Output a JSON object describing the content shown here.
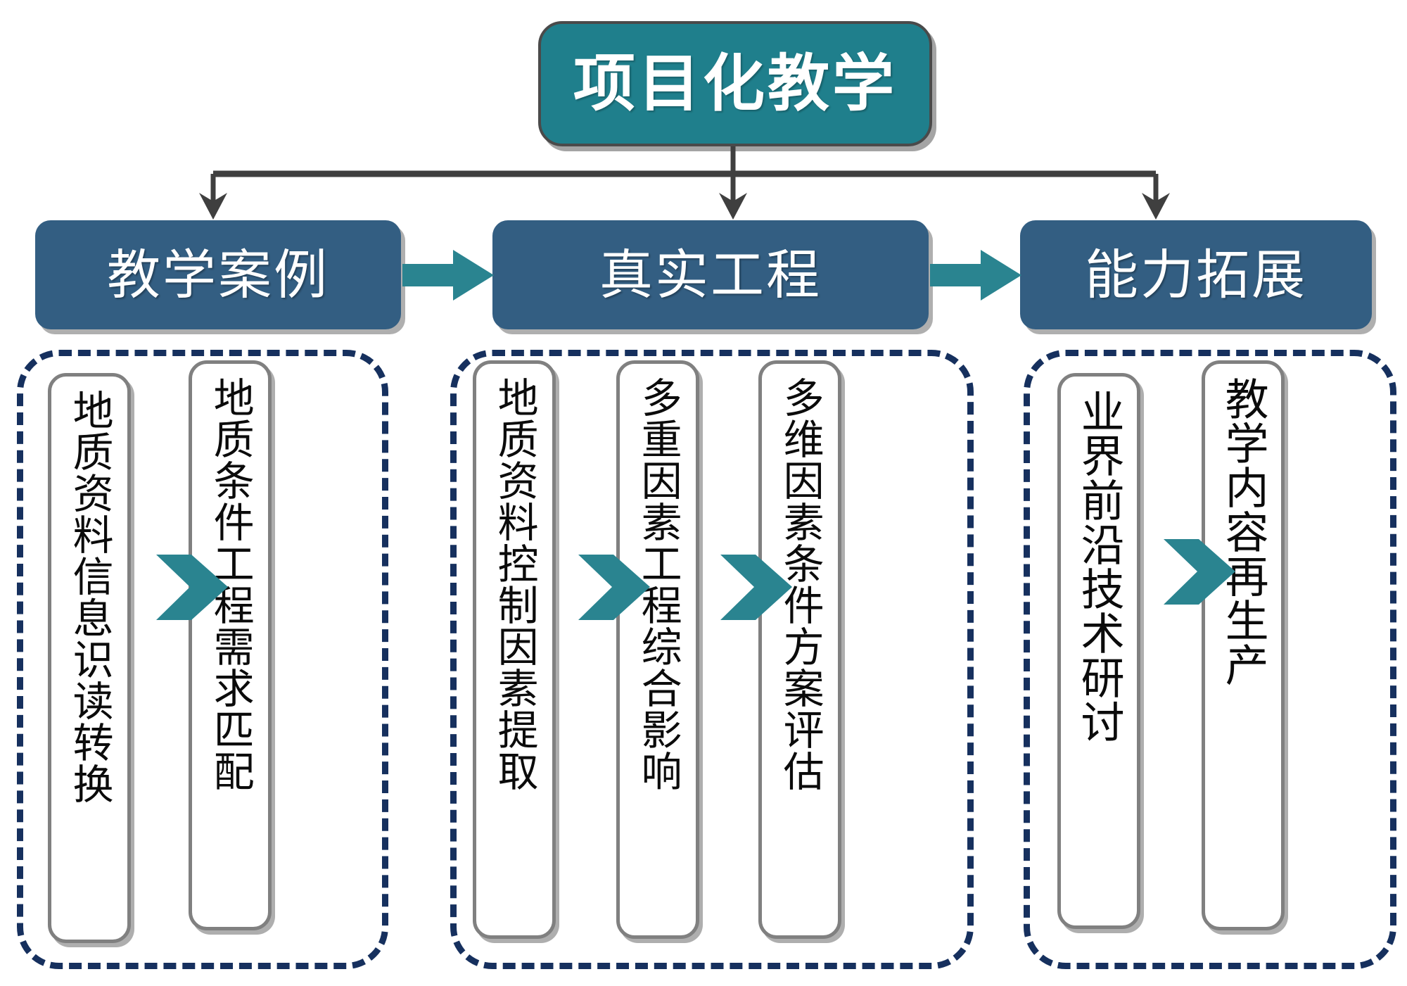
{
  "diagram": {
    "title": "项目化教学",
    "root": {
      "label": "项目化教学",
      "fill": "#1f7f8c",
      "text_color": "#ffffff"
    },
    "stage_arrow_color": "#2a8490",
    "stage_box_color": "#335e82",
    "group_border_color": "#16305e",
    "card_border_color": "#808080",
    "connector_color": "#3f3f3f",
    "stages": [
      {
        "label": "教学案例",
        "items": [
          {
            "label": "地质资料信息识读转换"
          },
          {
            "label": "地质条件工程需求匹配"
          }
        ]
      },
      {
        "label": "真实工程",
        "items": [
          {
            "label": "地质资料控制因素提取"
          },
          {
            "label": "多重因素工程综合影响"
          },
          {
            "label": "多维因素条件方案评估"
          }
        ]
      },
      {
        "label": "能力拓展",
        "items": [
          {
            "label": "业界前沿技术研讨"
          },
          {
            "label": "教学内容再生产"
          }
        ]
      }
    ]
  }
}
